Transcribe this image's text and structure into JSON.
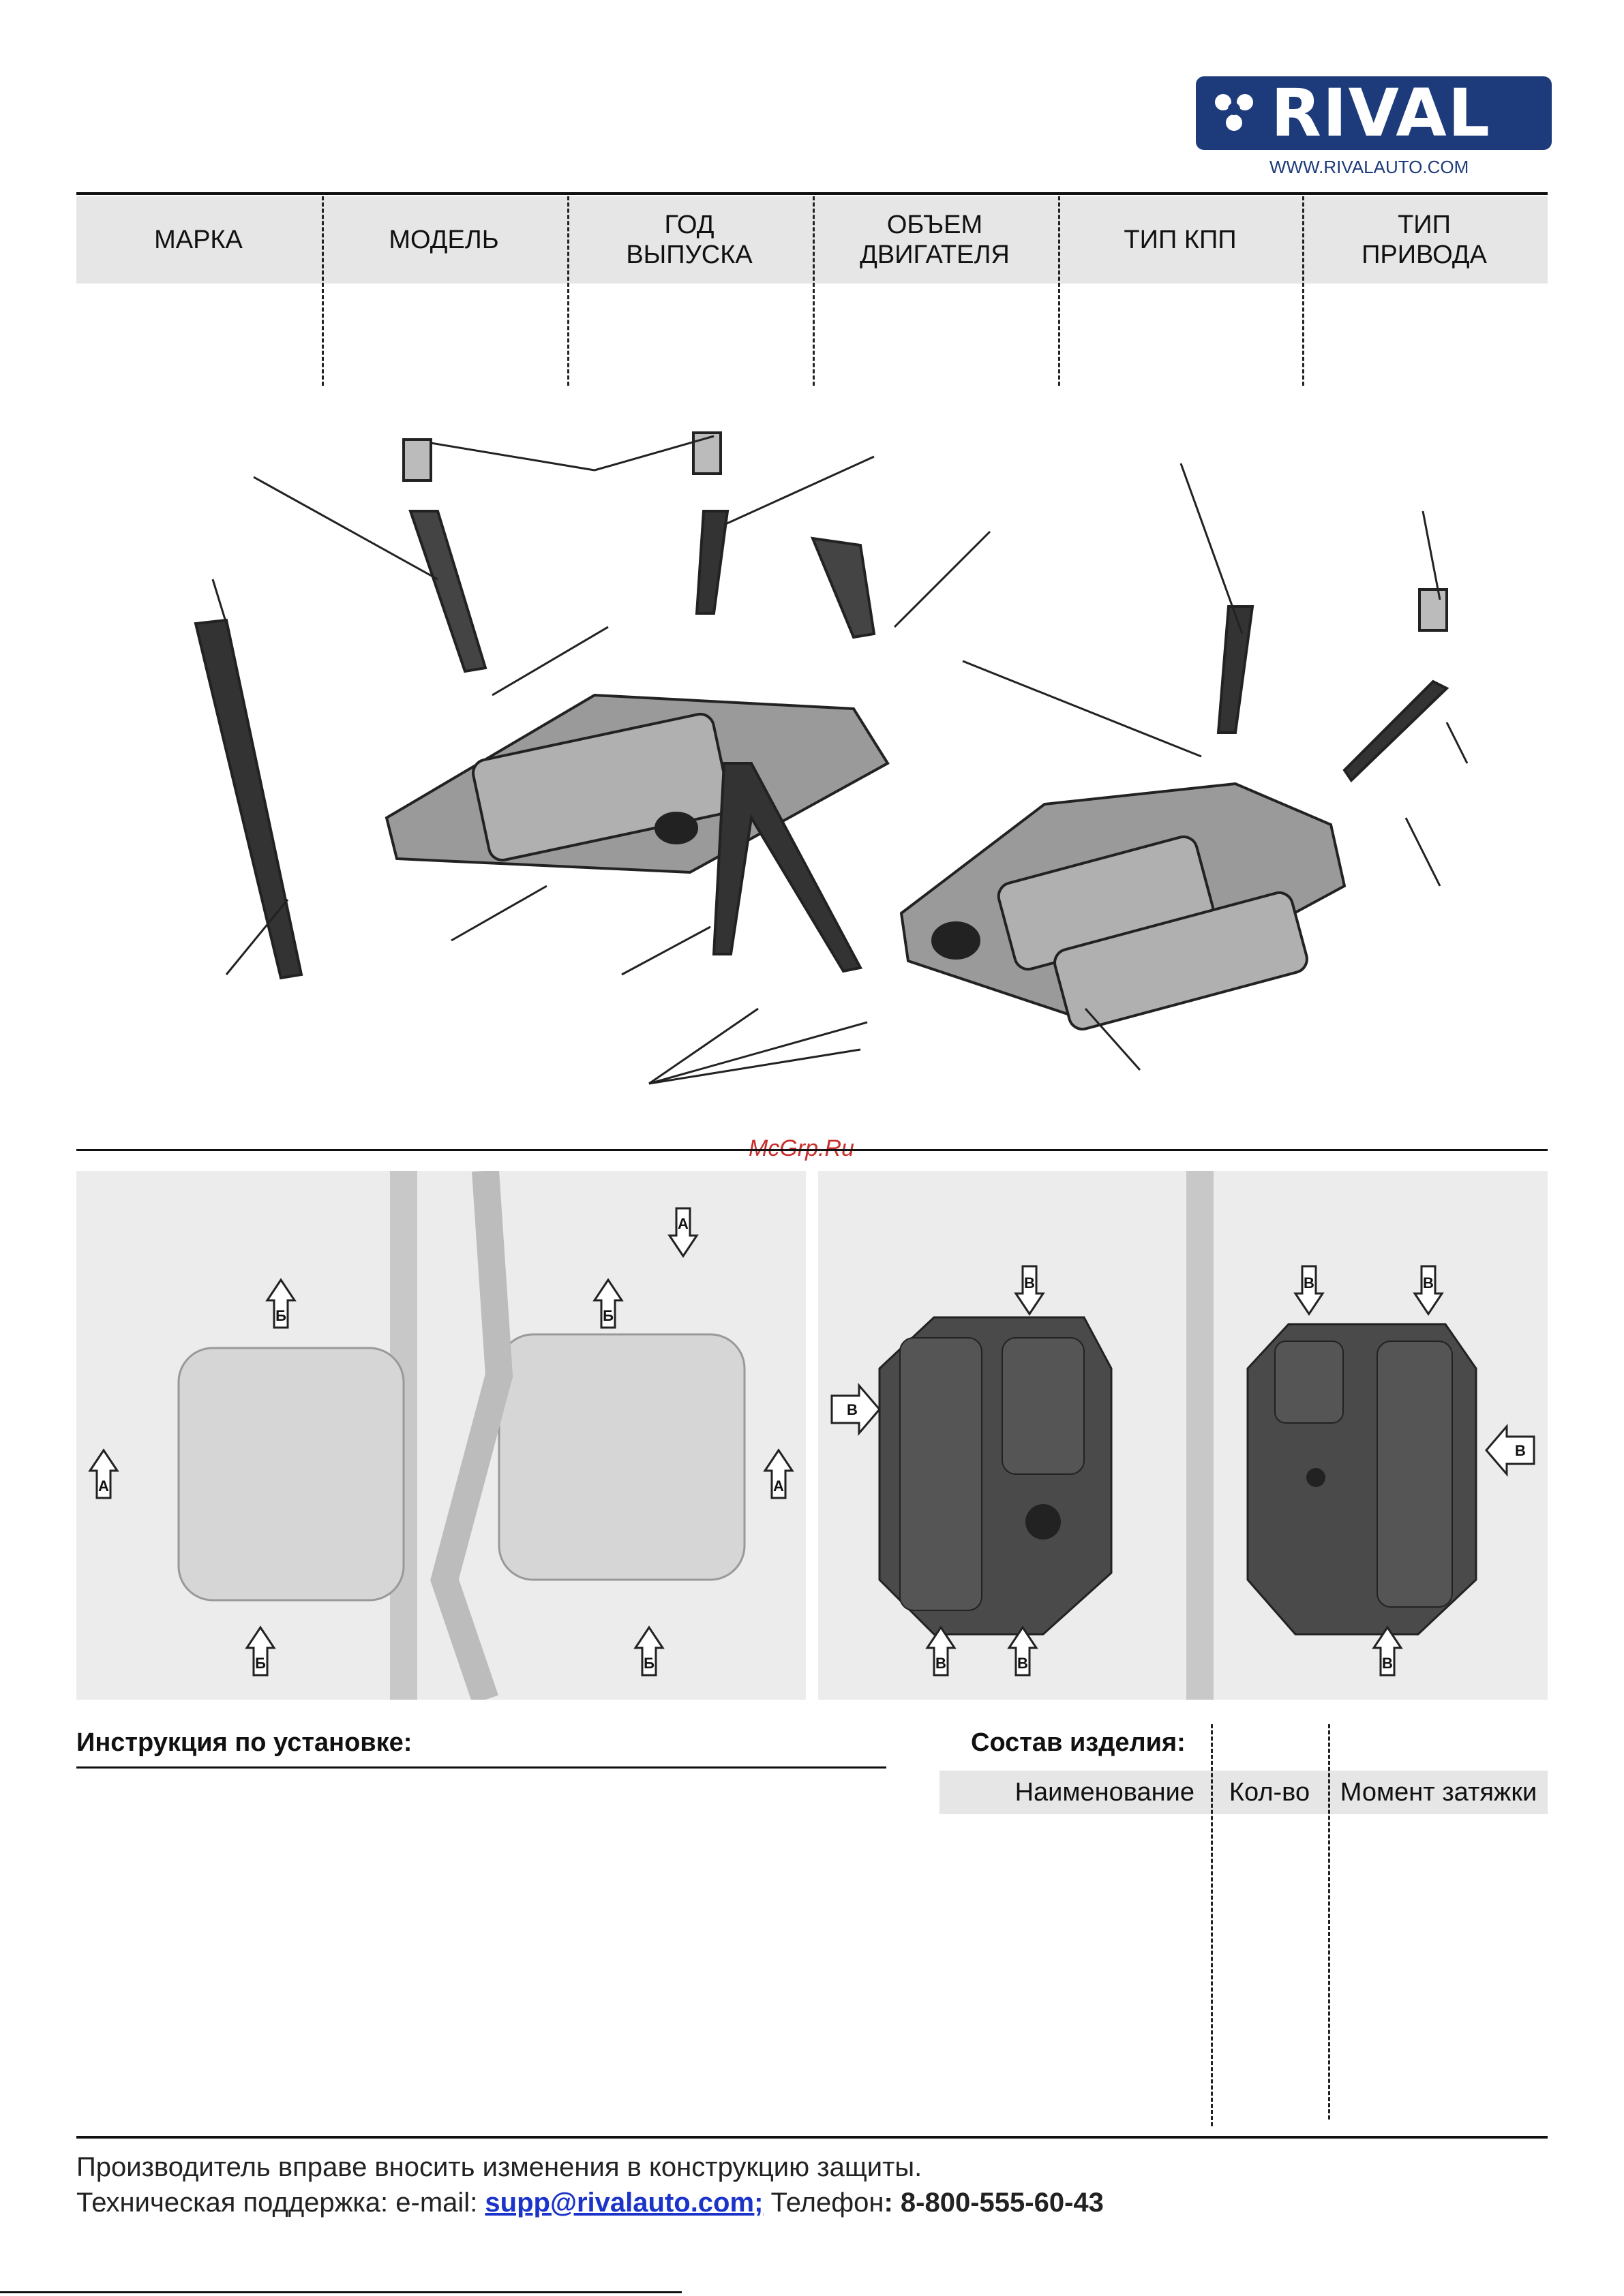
{
  "brand": {
    "logo_text": "RIVAL",
    "website": "WWW.RIVALAUTO.COM",
    "color": "#1d3a7a"
  },
  "spec_header": {
    "columns": [
      "МАРКА",
      "МОДЕЛЬ",
      "ГОД\nВЫПУСКА",
      "ОБЪЕМ\nДВИГАТЕЛЯ",
      "ТИП КПП",
      "ТИП\nПРИВОДА"
    ]
  },
  "watermark": "McGrp.Ru",
  "install_photos": {
    "left_labels": [
      "А",
      "А",
      "А",
      "Б",
      "Б",
      "Б",
      "Б"
    ],
    "right_labels": [
      "В",
      "В",
      "В",
      "В",
      "В",
      "В",
      "В",
      "В"
    ]
  },
  "instructions": {
    "title": "Инструкция по установке:"
  },
  "composition": {
    "title": "Состав изделия:",
    "columns": [
      "Наименование",
      "Кол-во",
      "Момент затяжки"
    ]
  },
  "footer": {
    "line1": "Производитель вправе вносить изменения в конструкцию защиты.",
    "support_prefix": "Техническая поддержка:  e-mail: ",
    "email": "supp@rivalauto.com",
    "separator": ";",
    "phone_prefix": " Телефон",
    "phone": ": 8-800-555-60-43"
  }
}
